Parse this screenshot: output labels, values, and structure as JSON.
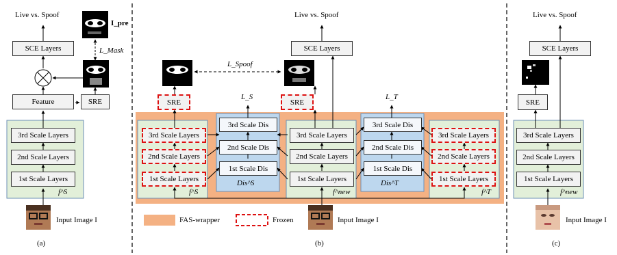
{
  "panel_a": {
    "output": "Live vs. Spoof",
    "sce": "SCE Layers",
    "feature": "Feature",
    "sre": "SRE",
    "l3": "3rd Scale Layers",
    "l2": "2nd Scale Layers",
    "l1": "1st Scale Layers",
    "f": "f^S",
    "input": "Input Image I",
    "ipre": "I_pre",
    "lmask": "L_Mask",
    "caption": "(a)"
  },
  "panel_b": {
    "output": "Live vs. Spoof",
    "sce": "SCE Layers",
    "lspoof": "L_Spoof",
    "ls": "L_S",
    "lt": "L_T",
    "sre": "SRE",
    "l3": "3rd Scale Layers",
    "l2": "2nd Scale Layers",
    "l1": "1st Scale Layers",
    "d3": "3rd Scale Dis",
    "d2": "2nd Scale Dis",
    "d1": "1st Scale Dis",
    "dis_s": "Dis^S",
    "dis_t": "Dis^T",
    "fs": "f^S",
    "fnew": "f^new",
    "ft": "f^T",
    "legend_wrapper": "FAS-wrapper",
    "legend_frozen": "Frozen",
    "input": "Input Image I",
    "caption": "(b)"
  },
  "panel_c": {
    "output": "Live vs. Spoof",
    "sce": "SCE Layers",
    "sre": "SRE",
    "l3": "3rd Scale Layers",
    "l2": "2nd Scale Layers",
    "l1": "1st Scale Layers",
    "fnew": "f^new",
    "input": "Input Image I",
    "caption": "(c)"
  },
  "colors": {
    "wrapper": "#f4b183",
    "backbone": "#e2efd9",
    "backbone_border": "#6b8fb5",
    "dis_panel": "#bdd7ee",
    "frozen": "#d11111",
    "box": "#f2f2f2"
  }
}
